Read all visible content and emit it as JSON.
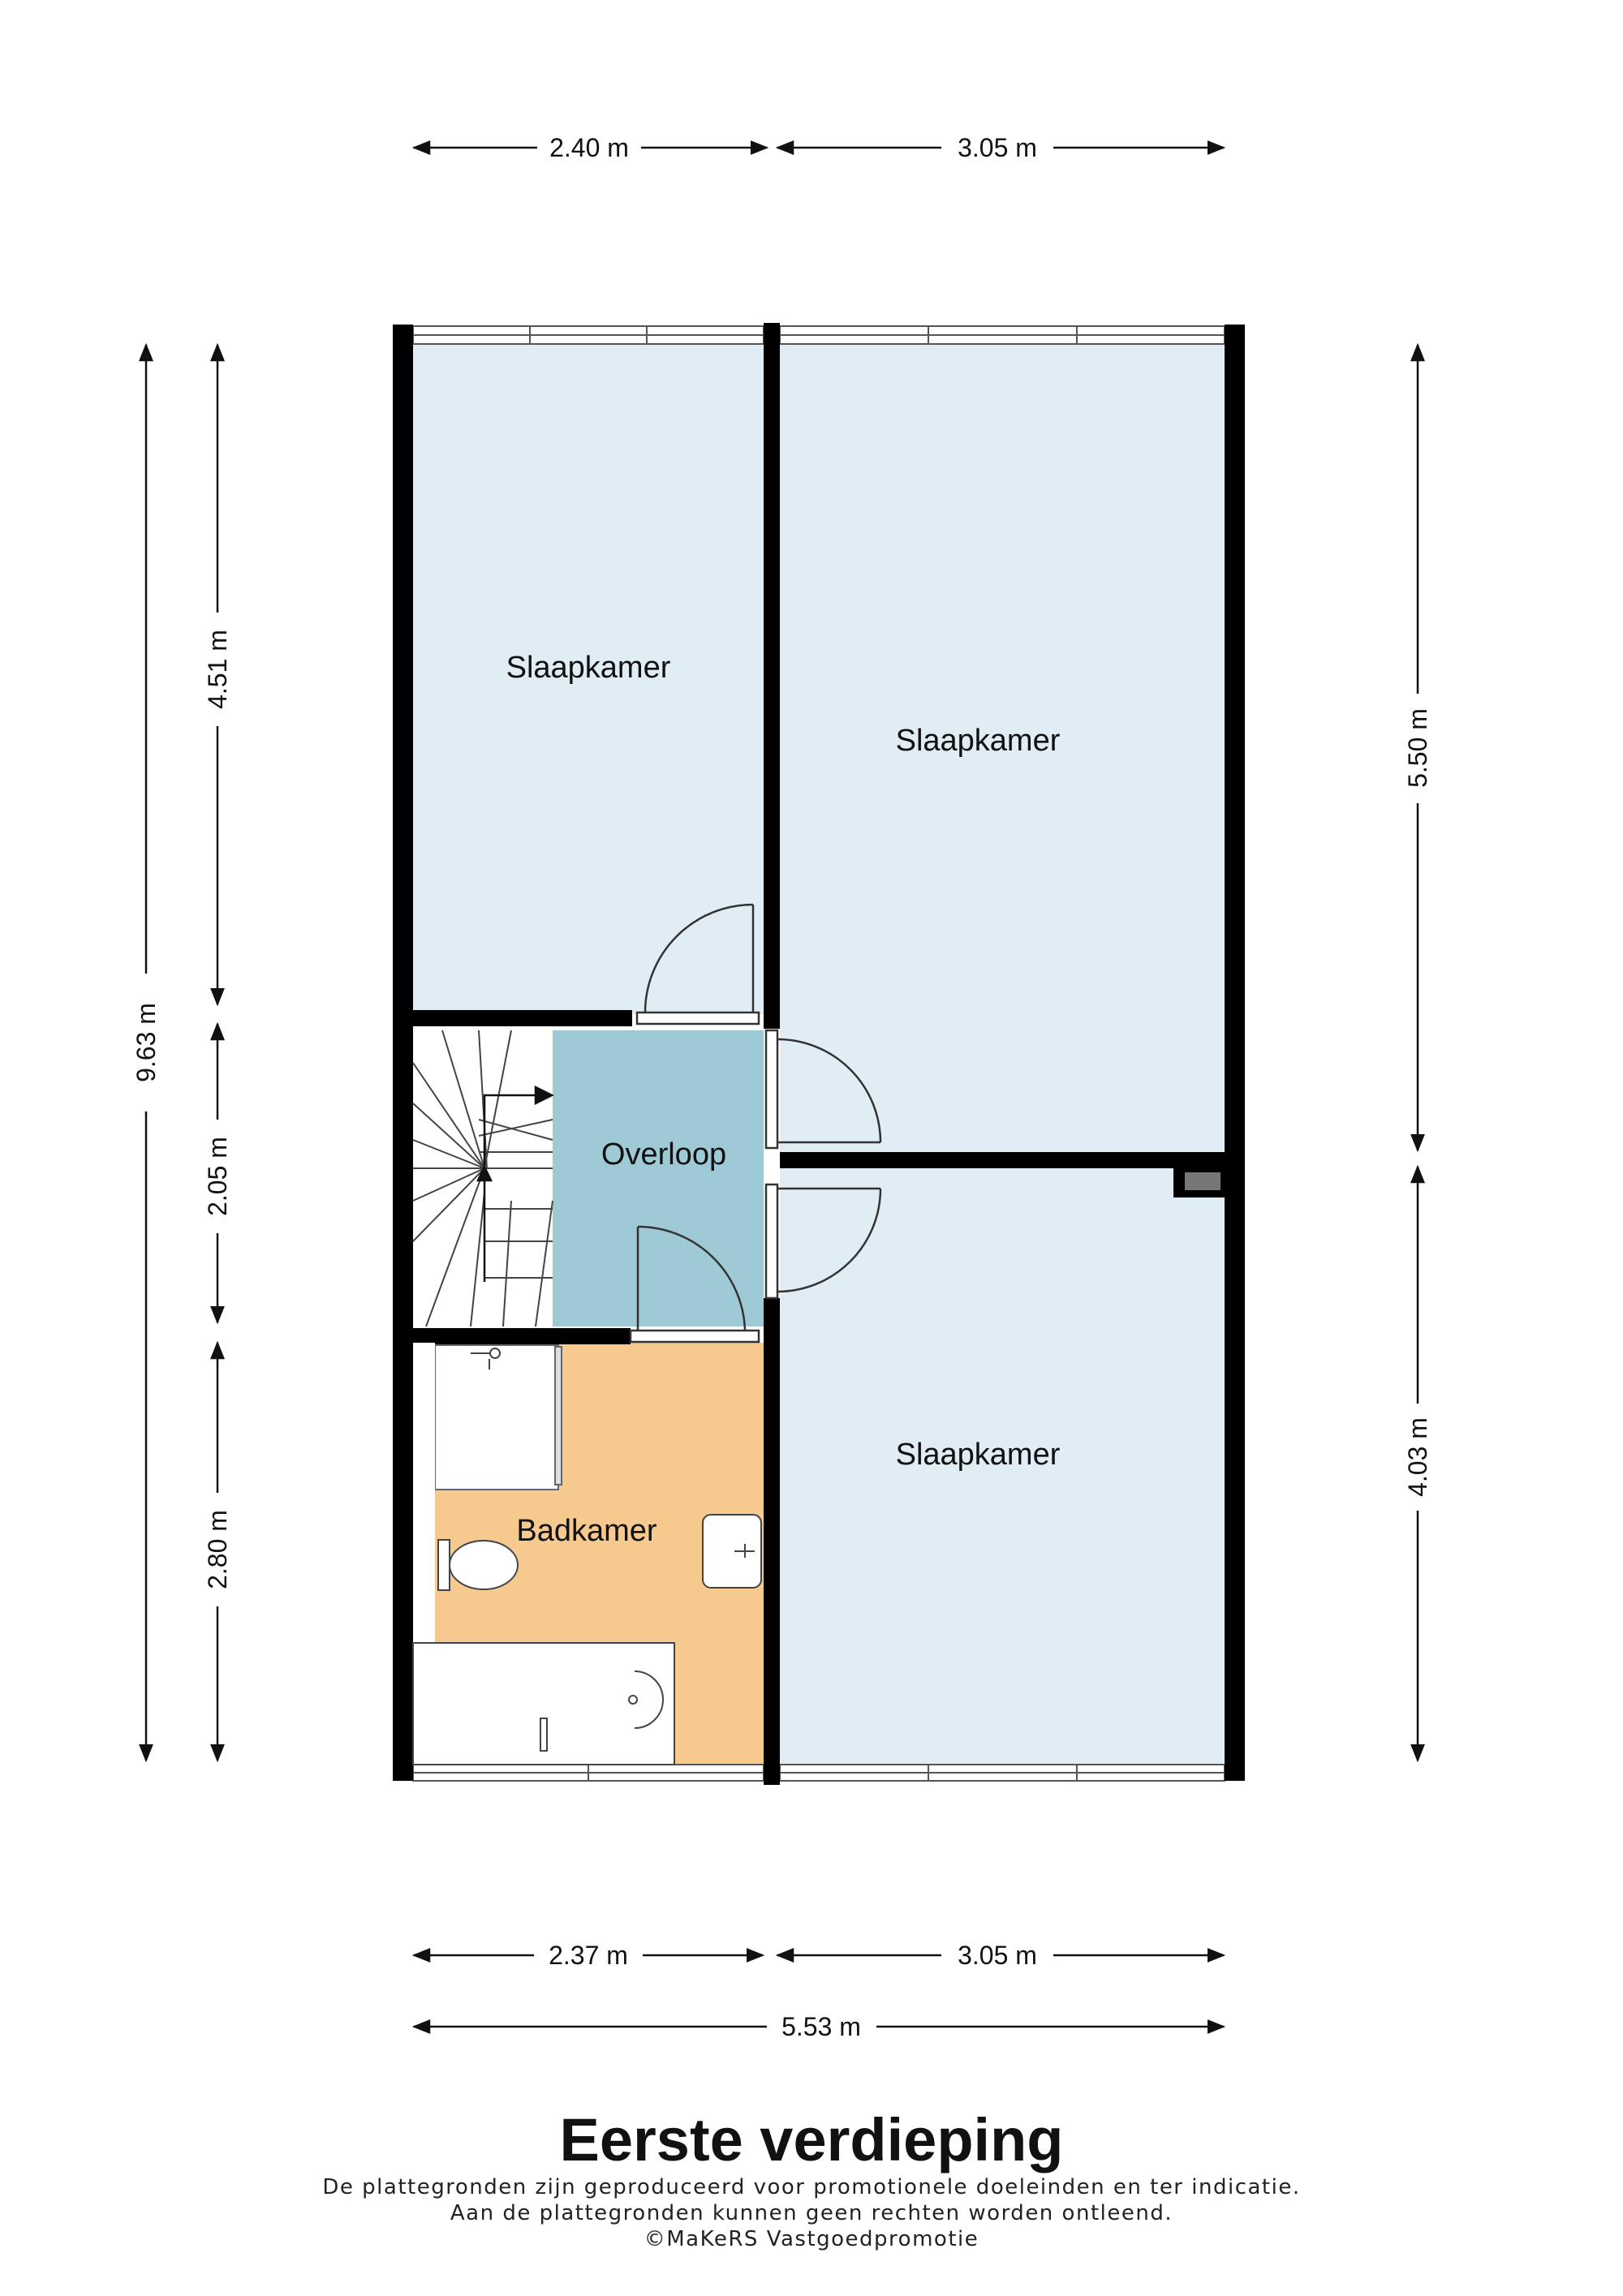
{
  "rooms": {
    "slaapkamer_top_left": "Slaapkamer",
    "slaapkamer_top_right": "Slaapkamer",
    "slaapkamer_bottom_right": "Slaapkamer",
    "overloop": "Overloop",
    "badkamer": "Badkamer"
  },
  "dimensions": {
    "top_left": "2.40 m",
    "top_right": "3.05 m",
    "bottom_left": "2.37 m",
    "bottom_right": "3.05 m",
    "total_width": "5.53 m",
    "total_height": "9.63 m",
    "left_upper": "4.51 m",
    "left_middle": "2.05 m",
    "left_lower": "2.80 m",
    "right_upper": "5.50 m",
    "right_lower": "4.03 m"
  },
  "title": "Eerste verdieping",
  "disclaimer": {
    "line1": "De plattegronden zijn geproduceerd voor promotionele doeleinden en ter indicatie.",
    "line2": "Aan de plattegronden kunnen geen rechten worden ontleend.",
    "credit": "©MaKeRS Vastgoedpromotie"
  },
  "colors": {
    "bedroom": "#e1edf5",
    "landing": "#9ecad6",
    "bathroom": "#f6c98f",
    "wall": "#000000"
  }
}
